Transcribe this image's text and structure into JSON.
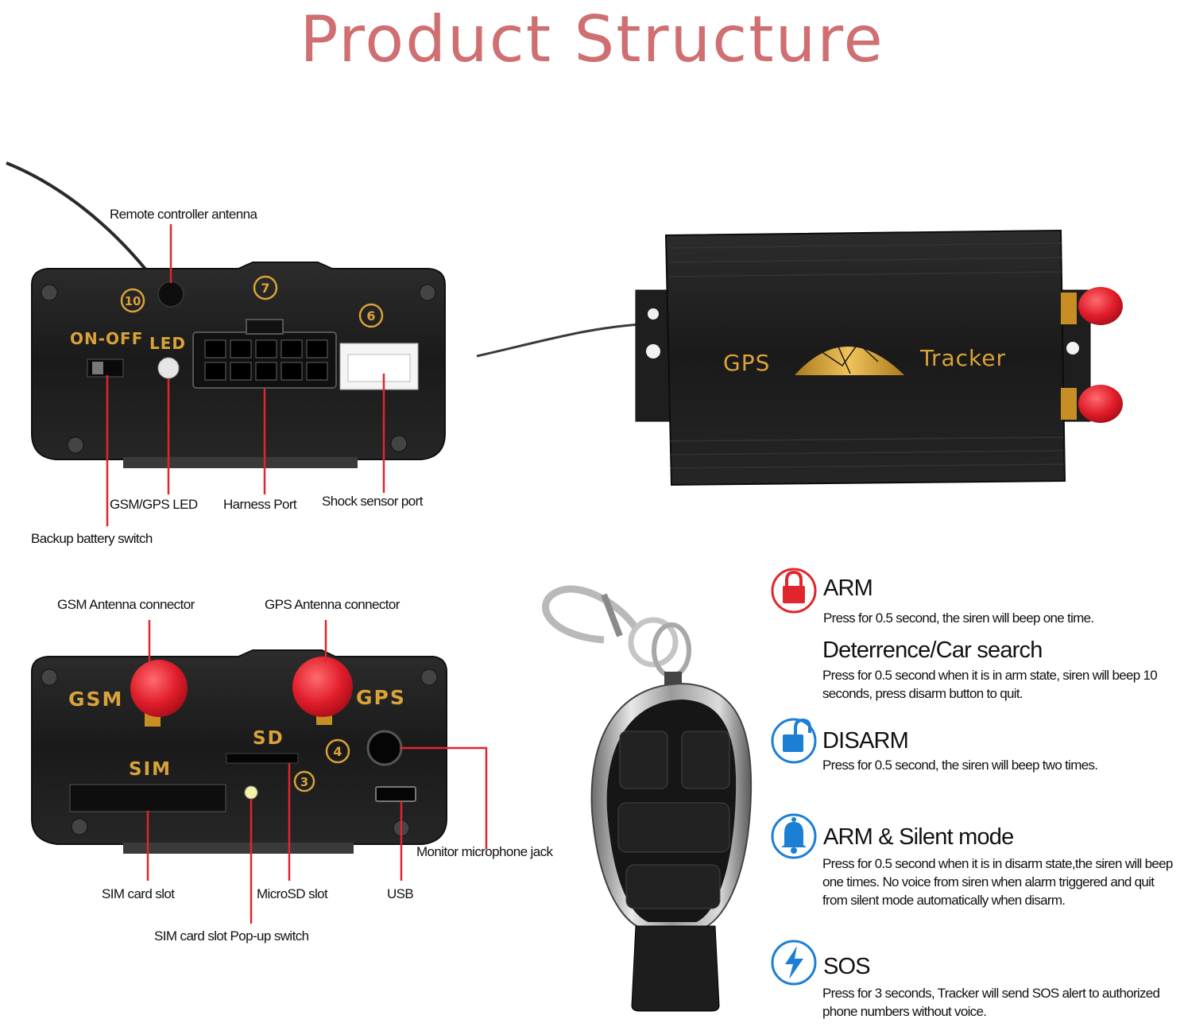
{
  "title": "Product Structure",
  "top_device": {
    "labels": {
      "remote_antenna": "Remote controller antenna",
      "gsm_gps_led": "GSM/GPS LED",
      "harness_port": "Harness Port",
      "shock_sensor_port": "Shock sensor port",
      "backup_battery_switch": "Backup battery switch"
    },
    "markings": {
      "on_off": "ON-OFF",
      "led": "LED",
      "num_10": "10",
      "num_7": "7",
      "num_6": "6"
    }
  },
  "tracker": {
    "brand_left": "GPS",
    "brand_right": "Tracker"
  },
  "bottom_device": {
    "labels": {
      "gsm_antenna": "GSM Antenna connector",
      "gps_antenna": "GPS Antenna connector",
      "mic_jack": "Monitor microphone jack",
      "sim_slot": "SIM card slot",
      "microsd_slot": "MicroSD slot",
      "usb": "USB",
      "sim_popup": "SIM card slot Pop-up switch"
    },
    "markings": {
      "gsm": "GSM",
      "gps": "GPS",
      "sd": "SD",
      "sim": "SIM",
      "num_4": "4",
      "num_3": "3"
    }
  },
  "remote_functions": [
    {
      "icon": "lock-closed-icon",
      "title": "ARM",
      "desc": "Press for 0.5 second, the siren will beep one time."
    },
    {
      "icon": "",
      "title": "Deterrence/Car search",
      "desc": "Press for 0.5 second when it is in arm state, siren will beep 10 seconds, press disarm button to quit."
    },
    {
      "icon": "lock-open-icon",
      "title": "DISARM",
      "desc": "Press for 0.5 second, the siren will beep two times."
    },
    {
      "icon": "bell-icon",
      "title": "ARM & Silent mode",
      "desc": "Press for 0.5 second when it is in disarm state,the siren will beep one times. No voice from siren when alarm triggered and quit from silent mode automatically when disarm."
    },
    {
      "icon": "lightning-icon",
      "title": "SOS",
      "desc": "Press for 3 seconds, Tracker will send SOS alert to authorized phone numbers without voice."
    }
  ],
  "colors": {
    "title": "#cf6f72",
    "leader_line": "#e0262c",
    "icon_red": "#e0262c",
    "icon_blue": "#1b7fd6",
    "device_body": "#1c1c1c",
    "antenna_cap": "#e31f2c",
    "brand_text": "#d9a23a"
  }
}
